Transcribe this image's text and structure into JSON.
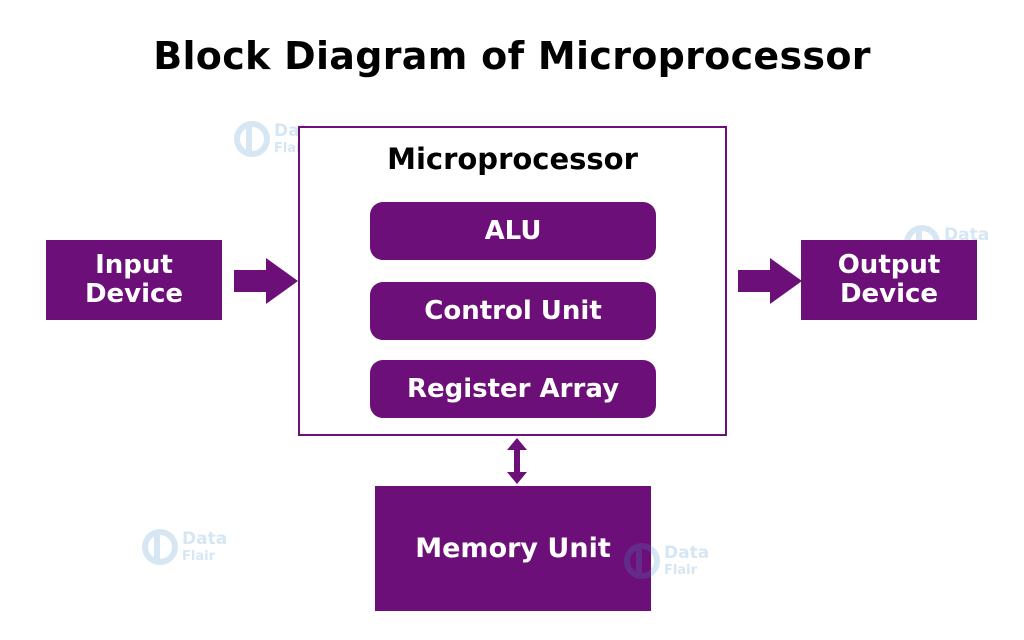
{
  "title": "Block Diagram of Microprocessor",
  "input_device": "Input\nDevice",
  "output_device": "Output\nDevice",
  "microprocessor": {
    "title": "Microprocessor",
    "units": [
      "ALU",
      "Control Unit",
      "Register Array"
    ]
  },
  "memory_unit": "Memory Unit",
  "colors": {
    "block": "#6c0f78",
    "frame_border": "#6c0f78",
    "arrow": "#6c0f78",
    "watermark": "#4a90c9"
  },
  "watermark": {
    "line1": "Data",
    "line2": "Flair",
    "icon": "dataflair-logo-icon"
  }
}
